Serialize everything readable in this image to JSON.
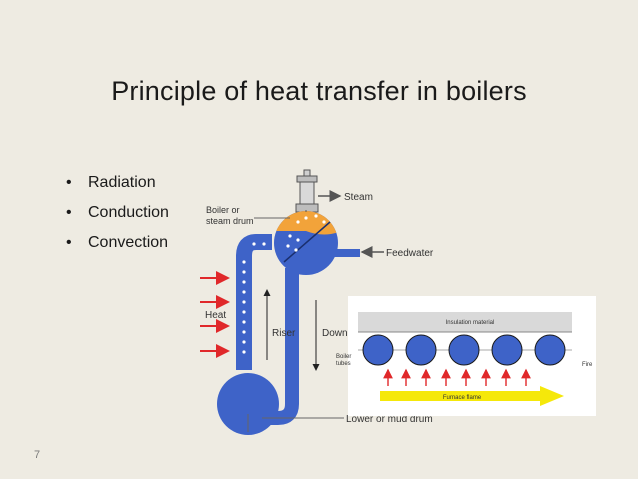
{
  "slide": {
    "title": "Principle of heat transfer in boilers",
    "bullets": [
      "Radiation",
      "Conduction",
      "Convection"
    ],
    "page_number": "7"
  },
  "diagram": {
    "labels": {
      "steam": "Steam",
      "drum_line1": "Boiler or",
      "drum_line2": "steam drum",
      "feedwater": "Feedwater",
      "heat": "Heat",
      "riser": "Riser",
      "downcomer": "Downco",
      "mud_drum": "Lower or mud drum"
    },
    "inset": {
      "insulation": "Insulation material",
      "boiler_line1": "Boiler",
      "boiler_line2": "tubes",
      "fire": "Fire",
      "flame": "Furnace flame"
    },
    "colors": {
      "water_blue": "#3e63c8",
      "steam_orange": "#f2a33a",
      "heat_arrow_red": "#e0282a",
      "flame_yellow": "#f5e80a"
    }
  }
}
